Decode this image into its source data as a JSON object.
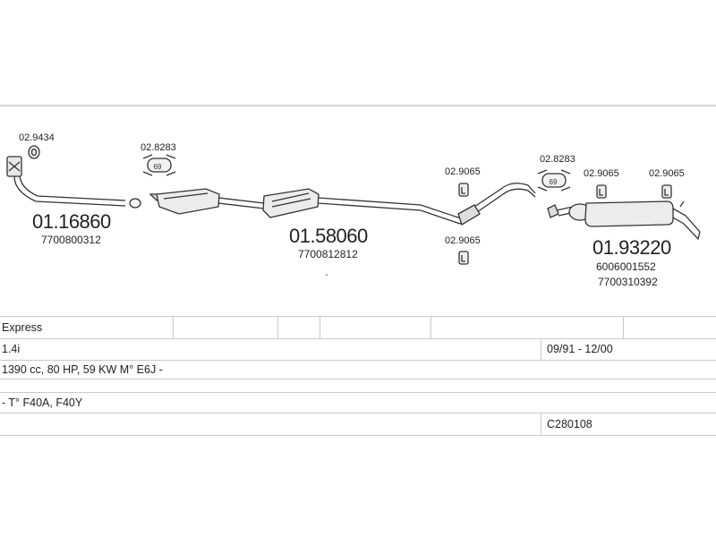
{
  "parts": {
    "front_pipe": {
      "code": "01.16860",
      "oem": "7700800312"
    },
    "gasket_front": {
      "code": "02.9434"
    },
    "clamp_front": {
      "code": "02.8283",
      "badge": "69"
    },
    "center_pipe": {
      "code": "01.58060",
      "oem": "7700812812"
    },
    "mount_mid_top": {
      "code": "02.9065"
    },
    "mount_mid_bottom": {
      "code": "02.9065"
    },
    "clamp_rear": {
      "code": "02.8283",
      "badge": "69"
    },
    "mount_rear_1": {
      "code": "02.9065"
    },
    "mount_rear_2": {
      "code": "02.9065"
    },
    "rear_muffler": {
      "code": "01.93220",
      "oem_1": "6006001552",
      "oem_2": "7700310392"
    }
  },
  "vehicle": {
    "model": "Express",
    "engine": "1.4i",
    "years": "09/91 - 12/00",
    "specs": "1390 cc, 80 HP, 59 KW M° E6J -",
    "gearbox": "- T° F40A, F40Y",
    "ref": "C280108"
  }
}
